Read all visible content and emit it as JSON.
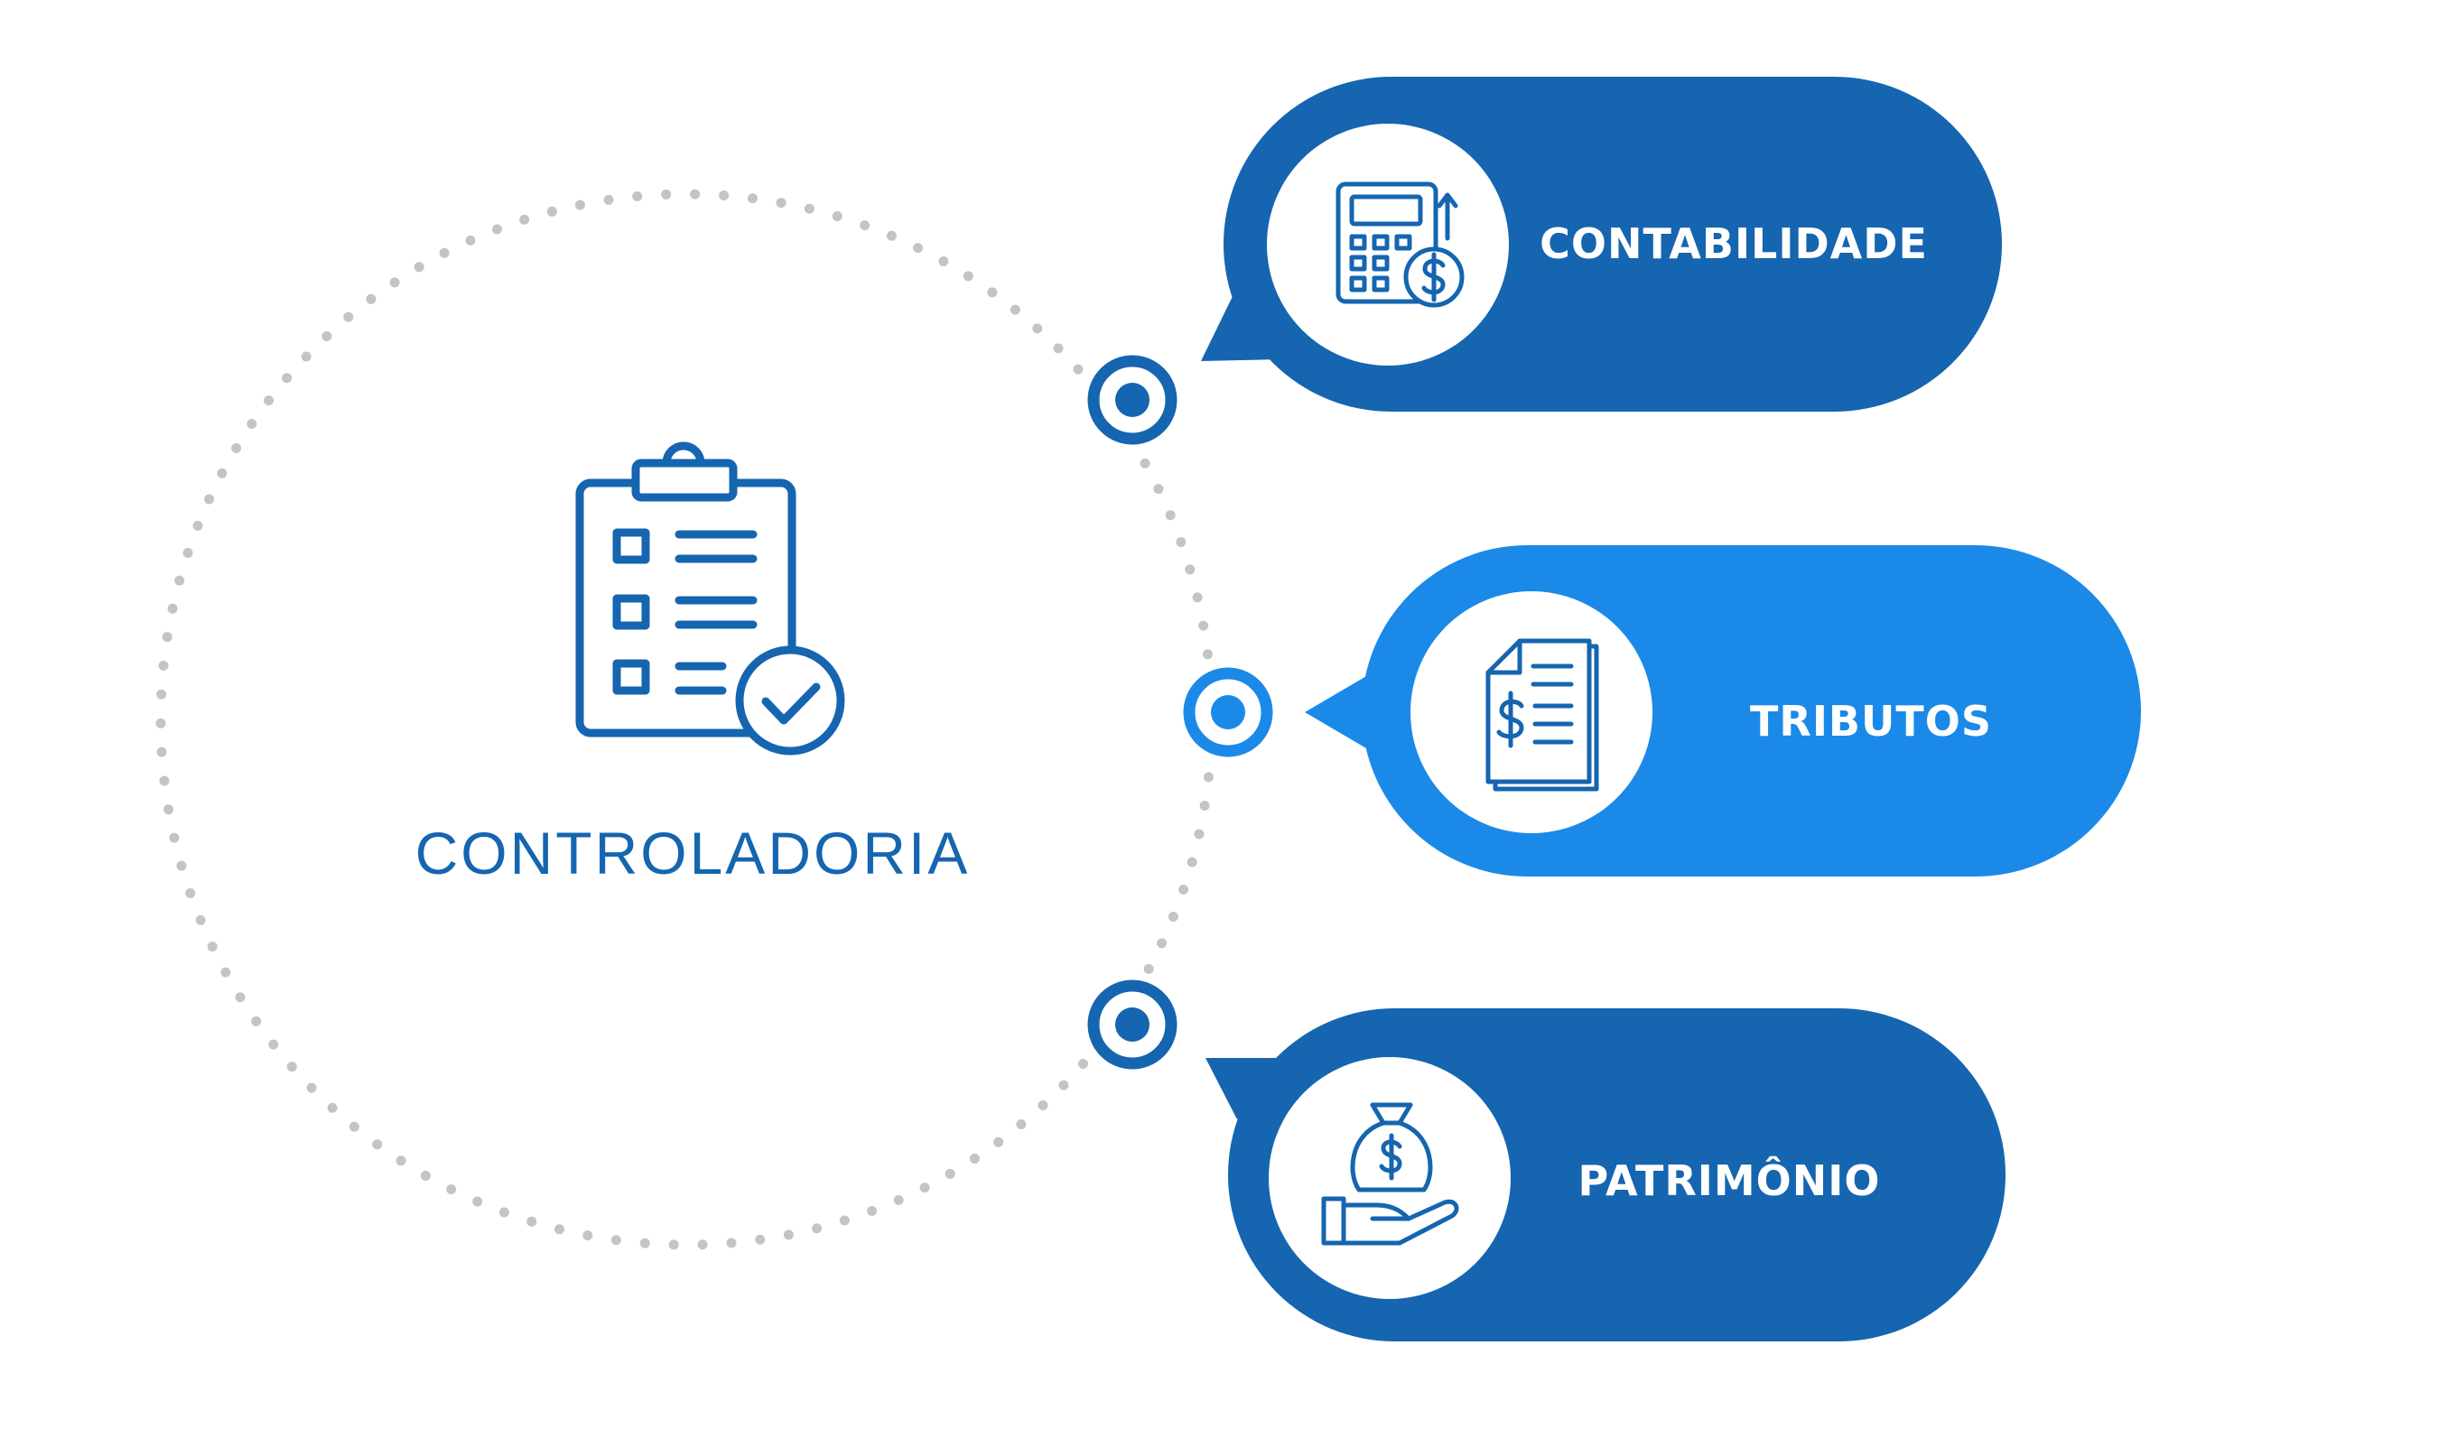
{
  "diagram": {
    "center": {
      "label": "CONTROLADORIA",
      "icon": "clipboard-check-icon",
      "color": "#1565b0"
    },
    "ring": {
      "style": "dotted",
      "color": "#c4c4c4"
    },
    "items": [
      {
        "label": "CONTABILIDADE",
        "icon": "calculator-dollar-icon",
        "color": "#1565b0"
      },
      {
        "label": "TRIBUTOS",
        "icon": "tax-document-dollar-icon",
        "color": "#1b89e8"
      },
      {
        "label": "PATRIMÔNIO",
        "icon": "hand-money-bag-icon",
        "color": "#1565b0"
      }
    ]
  }
}
